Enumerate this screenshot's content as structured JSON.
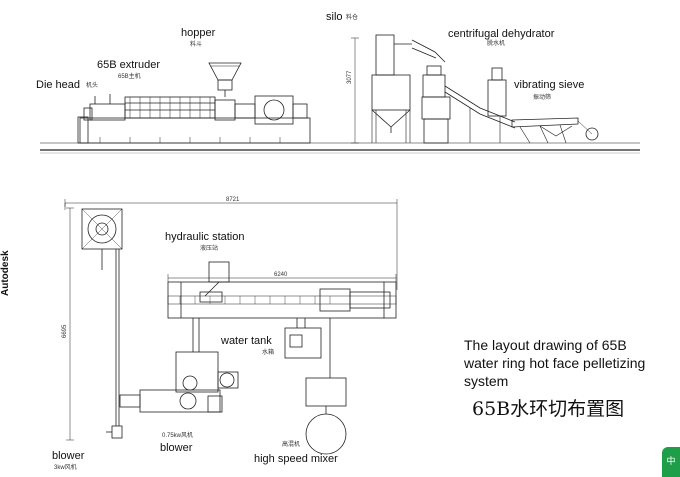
{
  "elevation_labels": {
    "hopper": "hopper",
    "hopper_cn": "料斗",
    "extruder": "65B extruder",
    "extruder_cn": "65B主机",
    "die_head": "Die head",
    "die_head_cn": "机头",
    "silo": "silo",
    "silo_cn": "料仓",
    "dehydrator": "centrifugal dehydrator",
    "dehydrator_cn": "脱水机",
    "sieve": "vibrating sieve",
    "sieve_cn": "振动筛",
    "silo_height": "3077"
  },
  "plan_labels": {
    "overall_width": "8721",
    "overall_depth": "6695",
    "table_length": "6240",
    "hydraulic_station": "hydraulic station",
    "hydraulic_station_cn": "液压站",
    "water_tank": "water tank",
    "water_tank_cn": "水箱",
    "blower_left": "blower",
    "blower_left_spec": "3kw风机",
    "blower_right": "blower",
    "blower_right_spec": "0.75kw风机",
    "mixer": "high speed mixer",
    "mixer_cn": "高混机"
  },
  "caption": {
    "line1": "The layout drawing of 65B",
    "line2": "water ring hot face pelletizing",
    "line3": "system",
    "chinese": "65B水环切布置图"
  },
  "watermark": "Autodesk",
  "badge_text": "中"
}
